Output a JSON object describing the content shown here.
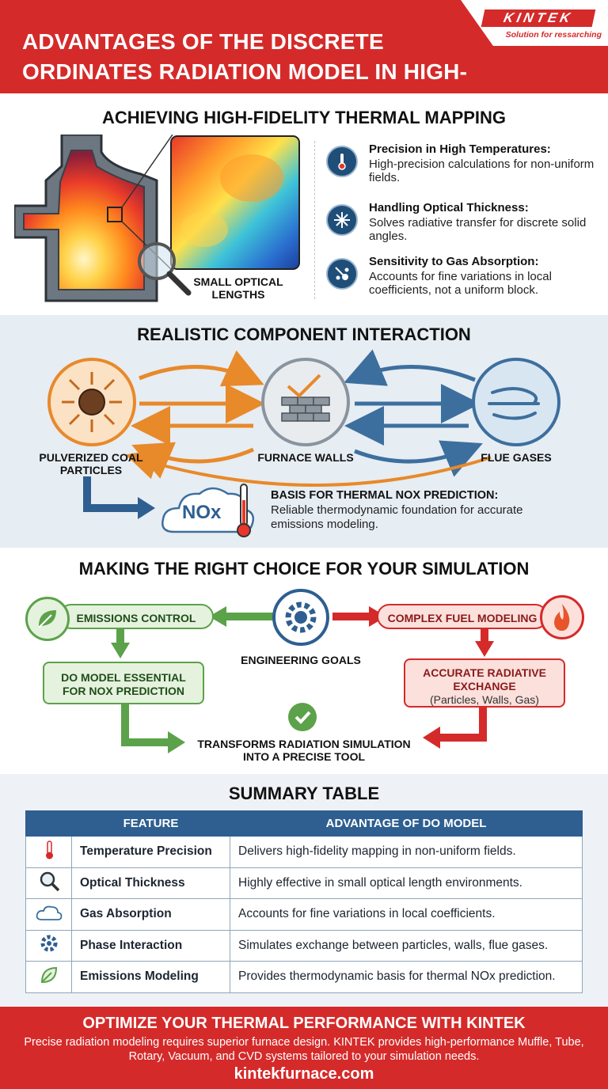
{
  "header": {
    "title": "Advantages of the Discrete Ordinates Radiation Model in High-Temperature Furnaces",
    "logo": "KINTEK",
    "tagline": "Solution for ressarching",
    "colors": {
      "brand_red": "#d52a2a",
      "navy": "#1f4e79"
    }
  },
  "section1": {
    "title": "Achieving High-Fidelity Thermal Mapping",
    "illustration_label": "SMALL OPTICAL LENGTHS",
    "features": [
      {
        "icon": "thermometer-icon",
        "title": "Precision in High Temperatures:",
        "text": "High-precision calculations for non-uniform fields."
      },
      {
        "icon": "rays-icon",
        "title": "Handling Optical Thickness:",
        "text": "Solves radiative transfer for discrete solid angles."
      },
      {
        "icon": "absorption-icon",
        "title": "Sensitivity to Gas Absorption:",
        "text": "Accounts for fine variations in local coefficients, not a uniform block."
      }
    ]
  },
  "section2": {
    "title": "Realistic Component Interaction",
    "nodes": [
      {
        "label": "PULVERIZED COAL PARTICLES",
        "icon": "coal-particle-icon"
      },
      {
        "label": "FURNACE WALLS",
        "icon": "brick-wall-icon"
      },
      {
        "label": "FLUE GASES",
        "icon": "wind-icon"
      }
    ],
    "nox_badge": "NOx",
    "nox_title": "BASIS FOR THERMAL NOx PREDICTION:",
    "nox_text": "Reliable thermodynamic foundation for accurate emissions modeling."
  },
  "section3": {
    "title": "Making the Right Choice for Your Simulation",
    "center": "ENGINEERING GOALS",
    "left_pill": "EMISSIONS CONTROL",
    "right_pill": "COMPLEX FUEL MODELING",
    "left_box": "DO MODEL ESSENTIAL FOR NOx PREDICTION",
    "right_box_title": "ACCURATE RADIATIVE EXCHANGE",
    "right_box_sub": "(Particles, Walls, Gas)",
    "outcome": "TRANSFORMS RADIATION SIMULATION INTO A PRECISE TOOL"
  },
  "section4": {
    "title": "Summary Table",
    "headers": [
      "FEATURE",
      "ADVANTAGE OF DO MODEL"
    ],
    "rows": [
      {
        "icon": "thermometer-icon",
        "feature": "Temperature Precision",
        "advantage": "Delivers high-fidelity mapping in non-uniform fields."
      },
      {
        "icon": "magnifier-icon",
        "feature": "Optical Thickness",
        "advantage": "Highly effective in small optical length environments."
      },
      {
        "icon": "cloud-icon",
        "feature": "Gas Absorption",
        "advantage": "Accounts for fine variations in local coefficients."
      },
      {
        "icon": "gear-icon",
        "feature": "Phase Interaction",
        "advantage": "Simulates exchange between particles, walls, flue gases."
      },
      {
        "icon": "leaf-icon",
        "feature": "Emissions Modeling",
        "advantage": "Provides thermodynamic basis for thermal NOx prediction."
      }
    ]
  },
  "footer": {
    "title": "Optimize Your Thermal Performance with KINTEK",
    "text": "Precise radiation modeling requires superior furnace design. KINTEK provides high-performance Muffle, Tube, Rotary, Vacuum, and CVD systems tailored to your simulation needs.",
    "url": "kintekfurnace.com"
  }
}
